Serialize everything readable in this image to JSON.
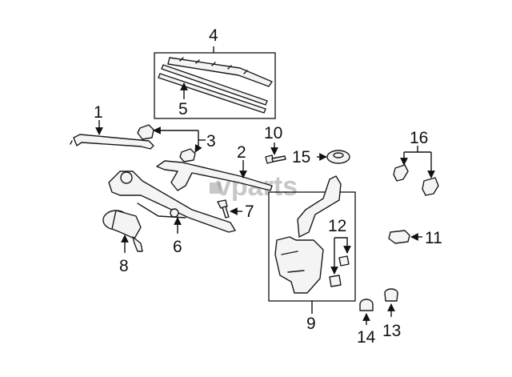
{
  "watermark": "vparts",
  "callouts": {
    "c1": "1",
    "c2": "2",
    "c3": "3",
    "c4": "4",
    "c5": "5",
    "c6": "6",
    "c7": "7",
    "c8": "8",
    "c9": "9",
    "c10": "10",
    "c11": "11",
    "c12": "12",
    "c13": "13",
    "c14": "14",
    "c15": "15",
    "c16": "16"
  }
}
